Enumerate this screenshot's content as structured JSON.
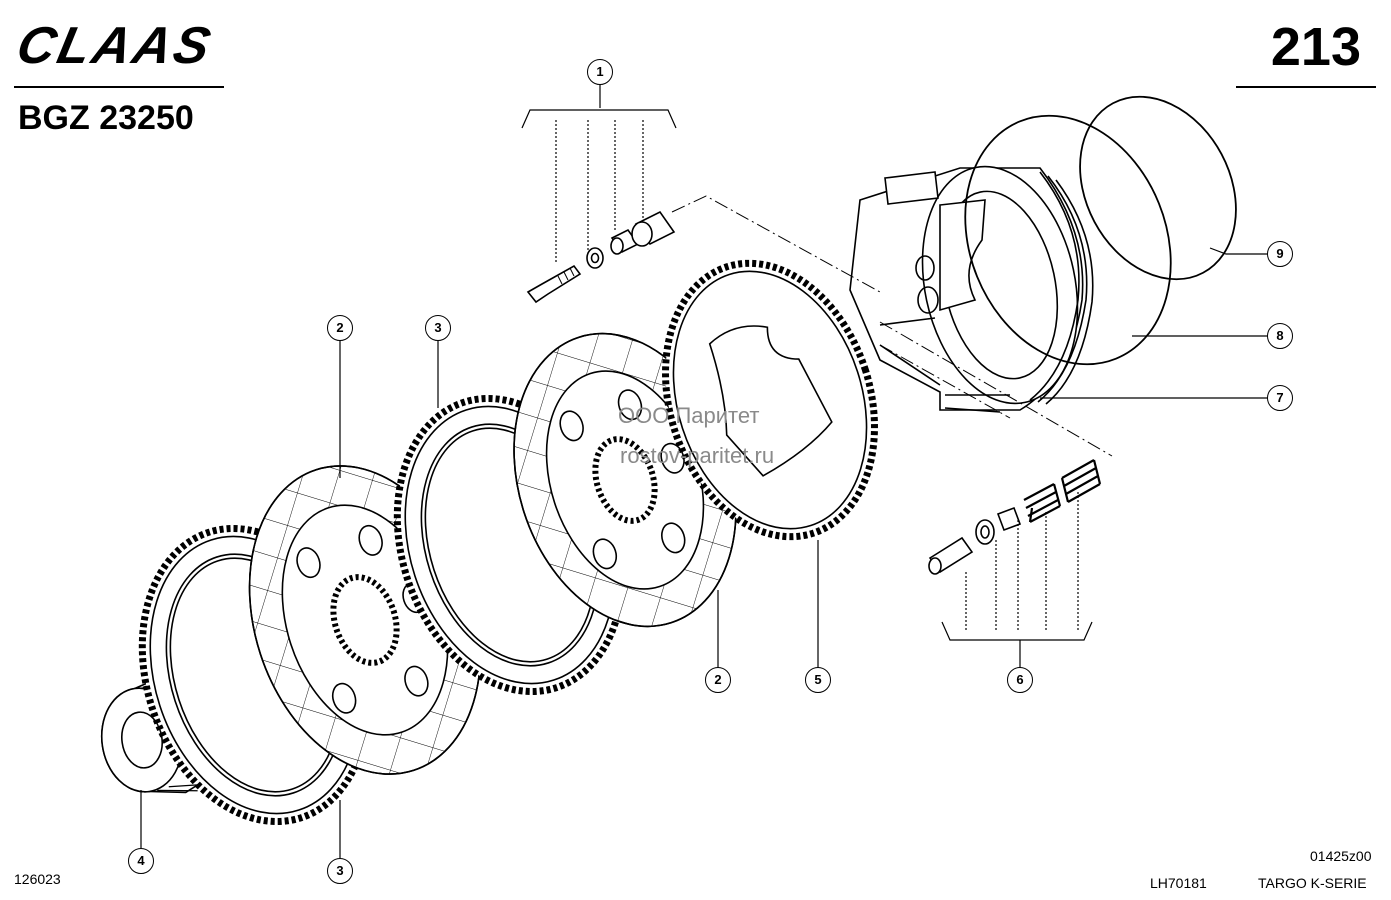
{
  "header": {
    "brand": "CLAAS",
    "model_code": "BGZ 23250",
    "page_number": "213"
  },
  "watermark": {
    "line1": "ООО Паритет",
    "line2": "rostov-paritet.ru"
  },
  "callouts": {
    "c1": "1",
    "c2a": "2",
    "c2b": "2",
    "c3a": "3",
    "c3b": "3",
    "c4": "4",
    "c5": "5",
    "c6": "6",
    "c7": "7",
    "c8": "8",
    "c9": "9"
  },
  "footer": {
    "left_code": "126023",
    "drawing_ref": "01425z00",
    "doc_code": "LH70181",
    "series": "TARGO K-SERIE"
  }
}
